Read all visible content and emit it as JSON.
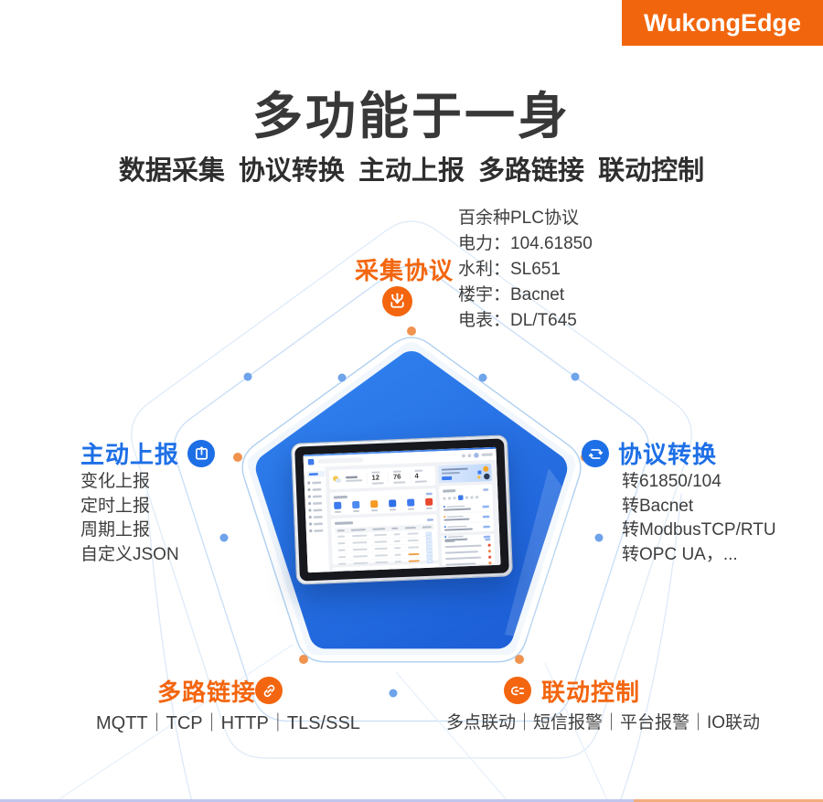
{
  "brand": {
    "name": "WukongEdge",
    "bg": "#F1660D"
  },
  "title": "多功能于一身",
  "subtitle": "数据采集 协议转换 主动上报 多路链接 联动控制",
  "features": {
    "collect": {
      "label": "采集协议",
      "icon": "collector-tray-icon",
      "items": [
        "百余种PLC协议",
        "电力：104.61850",
        "水利：SL651",
        "楼宇：Bacnet",
        "电表：DL/T645"
      ]
    },
    "report": {
      "label": "主动上报",
      "icon": "upload-tray-icon",
      "items": [
        "变化上报",
        "定时上报",
        "周期上报",
        "自定义JSON"
      ]
    },
    "convert": {
      "label": "协议转换",
      "icon": "sync-loop-icon",
      "items": [
        "转61850/104",
        "转Bacnet",
        "转ModbusTCP/RTU",
        "转OPC UA，..."
      ]
    },
    "multilink": {
      "label": "多路链接",
      "icon": "chain-link-icon",
      "line": "MQTT｜TCP｜HTTP｜TLS/SSL"
    },
    "linkage": {
      "label": "联动控制",
      "icon": "linkage-list-icon",
      "line": "多点联动｜短信报警｜平台报警｜IO联动"
    }
  },
  "tablet": {
    "stats": [
      "12",
      "76",
      "4"
    ]
  },
  "colors": {
    "accent_orange": "#F1660D",
    "accent_blue": "#1D6FE6",
    "pentagon_fill_top": "#3080EE",
    "pentagon_fill_bottom": "#1D60D8",
    "outline_blue": "#AFD0F0",
    "dot_orange": "#F0934F",
    "dot_blue": "#6FA3EA",
    "divider_lavender": "#BFC5EC",
    "divider_orange": "#F2AC7C"
  }
}
